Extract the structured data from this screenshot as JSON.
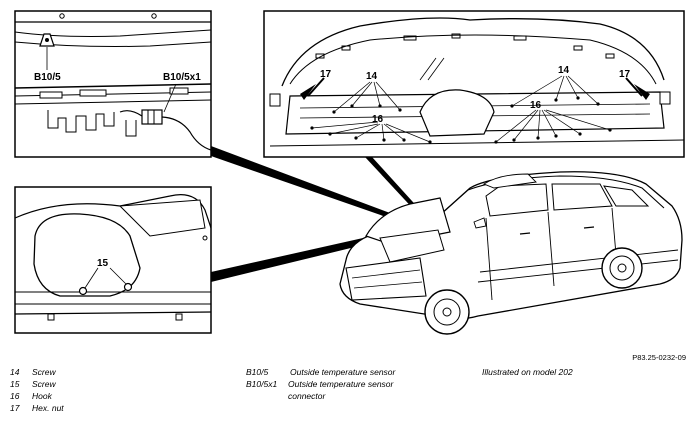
{
  "figure_id": "P83.25-0232-09",
  "callouts": {
    "b10_5": "B10/5",
    "b10_5x1": "B10/5x1",
    "n14": "14",
    "n15": "15",
    "n16": "16",
    "n17": "17"
  },
  "legend_left": [
    {
      "num": "14",
      "text": "Screw"
    },
    {
      "num": "15",
      "text": "Screw"
    },
    {
      "num": "16",
      "text": "Hook"
    },
    {
      "num": "17",
      "text": "Hex. nut"
    }
  ],
  "legend_mid": [
    {
      "code": "B10/5",
      "text": "Outside temperature sensor"
    },
    {
      "code": "B10/5x1",
      "text": "Outside temperature sensor",
      "text2": "connector"
    }
  ],
  "legend_right": "Illustrated on model 202"
}
